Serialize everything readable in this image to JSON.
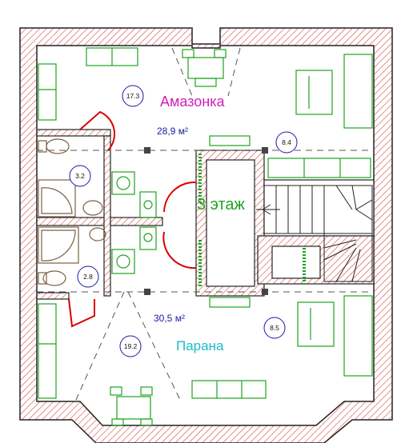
{
  "title": "3 этаж",
  "rooms": [
    {
      "name": "Амазонка",
      "area": "28,9 м²",
      "zone": "17.3",
      "zone2": "8.4"
    },
    {
      "name": "Парана",
      "area": "30,5 м²",
      "zone": "19.2",
      "zone2": "8.5"
    }
  ],
  "bath_tags": [
    "3.2",
    "2.8"
  ],
  "colors": {
    "wall_hatch": "#d9534f",
    "furniture": "#1fa31f",
    "door": "#d90000",
    "amazonka": "#d01fb8",
    "parana": "#1fb9c8",
    "tag_border": "#1a1aa6",
    "line": "#222222"
  }
}
